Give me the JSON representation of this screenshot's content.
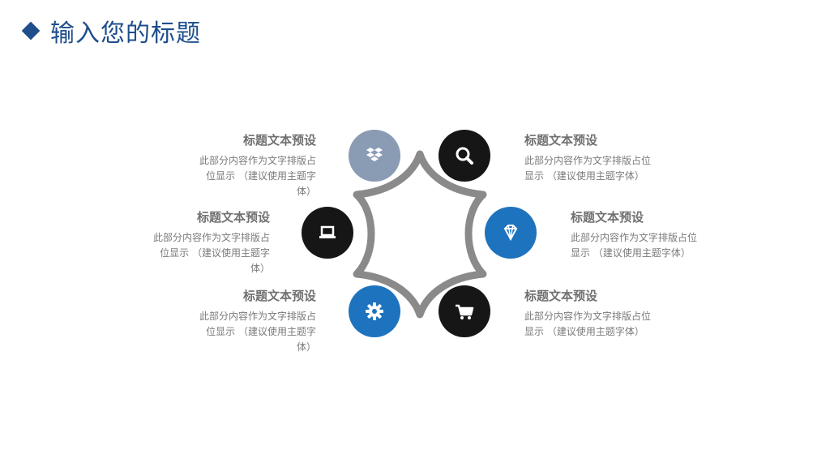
{
  "title": "输入您的标题",
  "colors": {
    "title": "#1e4e8c",
    "blue": "#1e73be",
    "grey_blue": "#8a9bb4",
    "black": "#161616",
    "ring": "#8a8a8a"
  },
  "items": [
    {
      "heading": "标题文本预设",
      "body": "此部分内容作为文字排版占位显示 （建议使用主题字体）",
      "icon": "dropbox-icon"
    },
    {
      "heading": "标题文本预设",
      "body": "此部分内容作为文字排版占位显示 （建议使用主题字体）",
      "icon": "search-icon"
    },
    {
      "heading": "标题文本预设",
      "body": "此部分内容作为文字排版占位显示 （建议使用主题字体）",
      "icon": "laptop-icon"
    },
    {
      "heading": "标题文本预设",
      "body": "此部分内容作为文字排版占位显示 （建议使用主题字体）",
      "icon": "diamond-icon"
    },
    {
      "heading": "标题文本预设",
      "body": "此部分内容作为文字排版占位显示 （建议使用主题字体）",
      "icon": "gear-icon"
    },
    {
      "heading": "标题文本预设",
      "body": "此部分内容作为文字排版占位显示 （建议使用主题字体）",
      "icon": "cart-icon"
    }
  ]
}
